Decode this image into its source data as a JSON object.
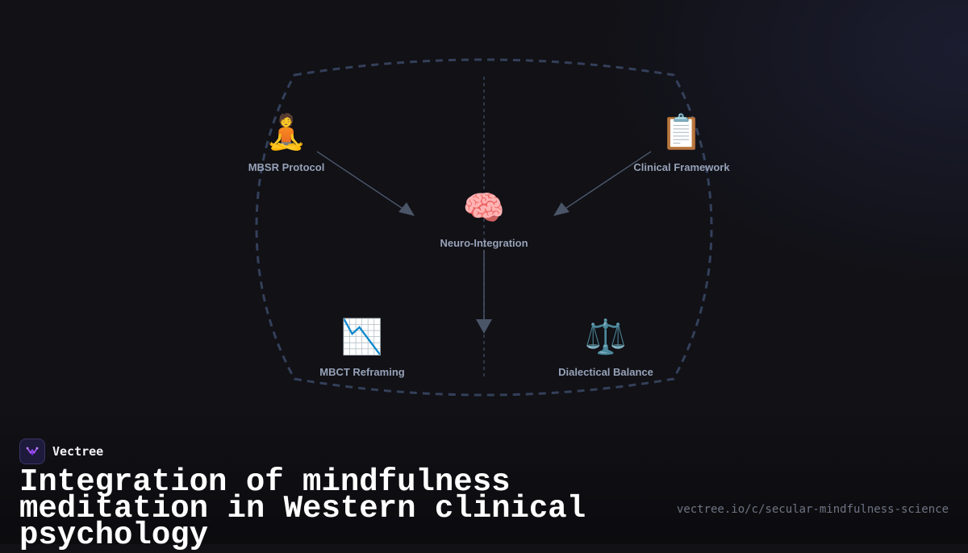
{
  "diagram": {
    "nodes": [
      {
        "id": "mbsr",
        "icon": "person-meditating-icon",
        "emoji": "🧘",
        "label": "MBSR Protocol"
      },
      {
        "id": "clinical",
        "icon": "clipboard-icon",
        "emoji": "📋",
        "label": "Clinical Framework"
      },
      {
        "id": "neuro",
        "icon": "brain-icon",
        "emoji": "🧠",
        "label": "Neuro-Integration"
      },
      {
        "id": "mbct",
        "icon": "chart-decreasing-icon",
        "emoji": "📉",
        "label": "MBCT Reframing"
      },
      {
        "id": "dialectical",
        "icon": "balance-scale-icon",
        "emoji": "⚖️",
        "label": "Dialectical Balance"
      }
    ],
    "edges": [
      {
        "from": "mbsr",
        "to": "neuro"
      },
      {
        "from": "clinical",
        "to": "neuro"
      },
      {
        "from": "neuro",
        "to": "mbct-dialectical-midline"
      }
    ],
    "colors": {
      "outline": "#34405a",
      "arrow": "#4a5568",
      "label": "#97a2b8"
    }
  },
  "brand": {
    "name": "Vectree",
    "logo_icon": "vectree-logo-icon",
    "accent": "#8b5cf6"
  },
  "title": "Integration of mindfulness meditation in Western clinical psychology",
  "url": "vectree.io/c/secular-mindfulness-science"
}
